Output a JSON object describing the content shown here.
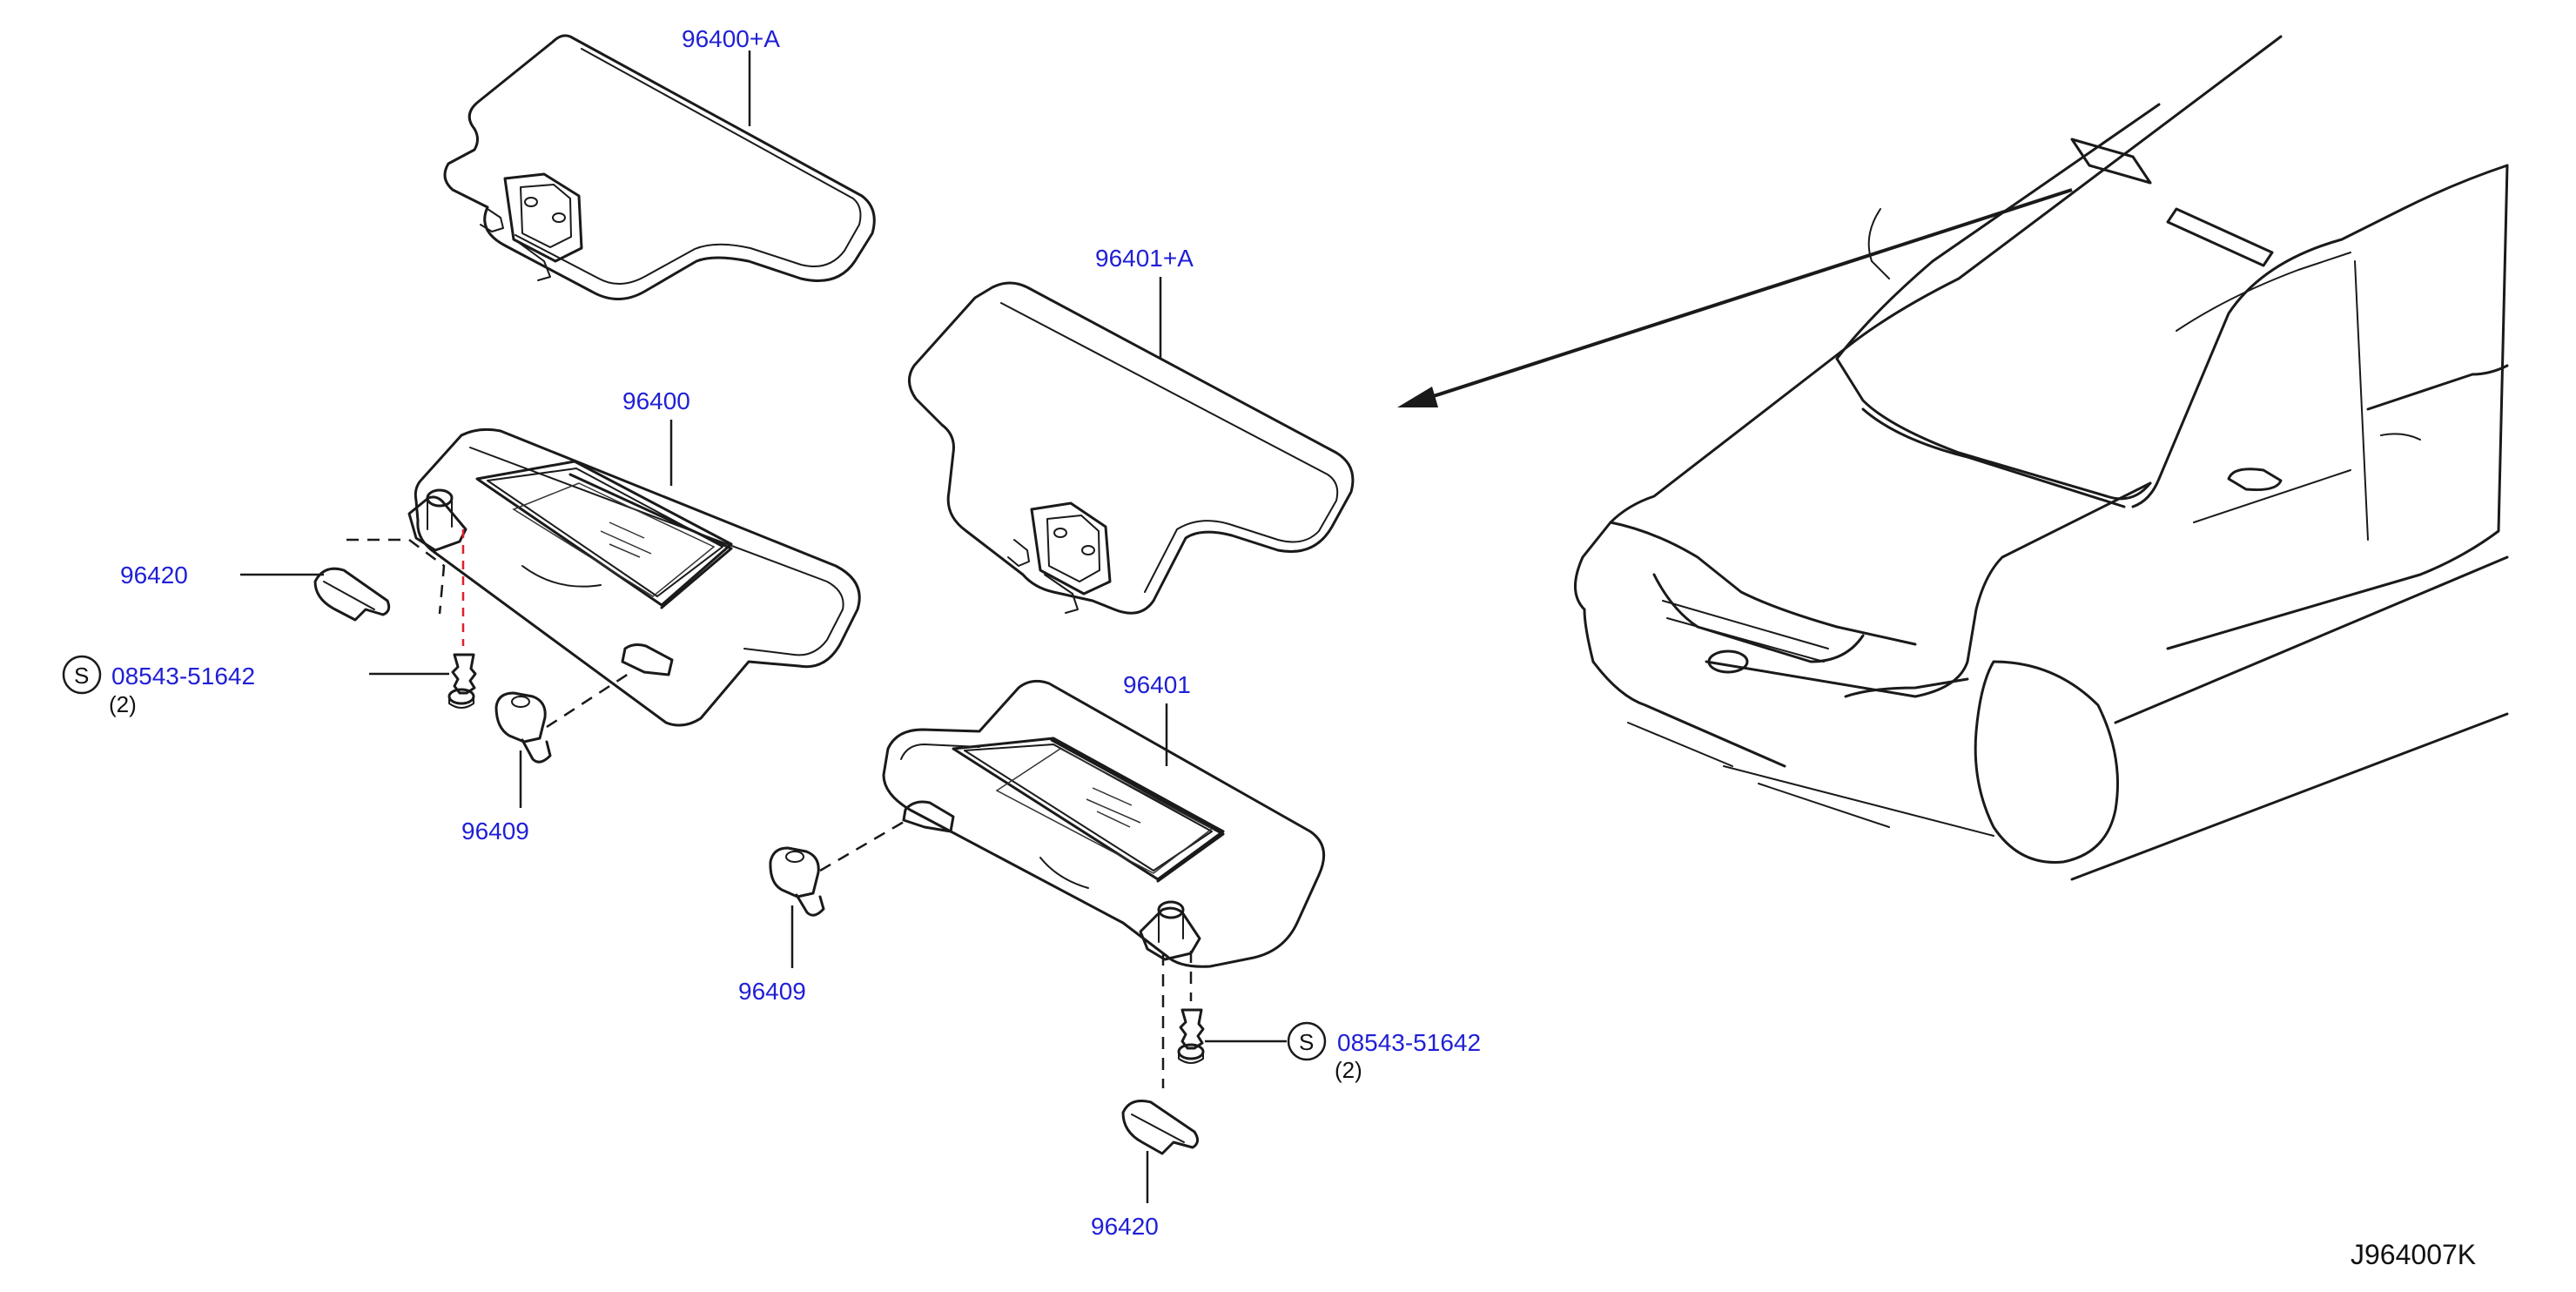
{
  "labels": {
    "visor_rh_a": "96400+A",
    "visor_lh_a": "96401+A",
    "visor_rh": "96400",
    "visor_lh": "96401",
    "holder_left": "96420",
    "holder_right": "96420",
    "clip_upper": "96409",
    "clip_lower": "96409",
    "screw_upper": "08543-51642",
    "screw_lower": "08543-51642",
    "screw_upper_qty": "(2)",
    "screw_lower_qty": "(2)",
    "s_symbol_upper": "S",
    "s_symbol_lower": "S"
  },
  "diagram_code": "J964007K",
  "colors": {
    "part_number": "#1f1fd6",
    "line_art": "#1a1a1a",
    "highlight_dash": "#e0202a"
  }
}
